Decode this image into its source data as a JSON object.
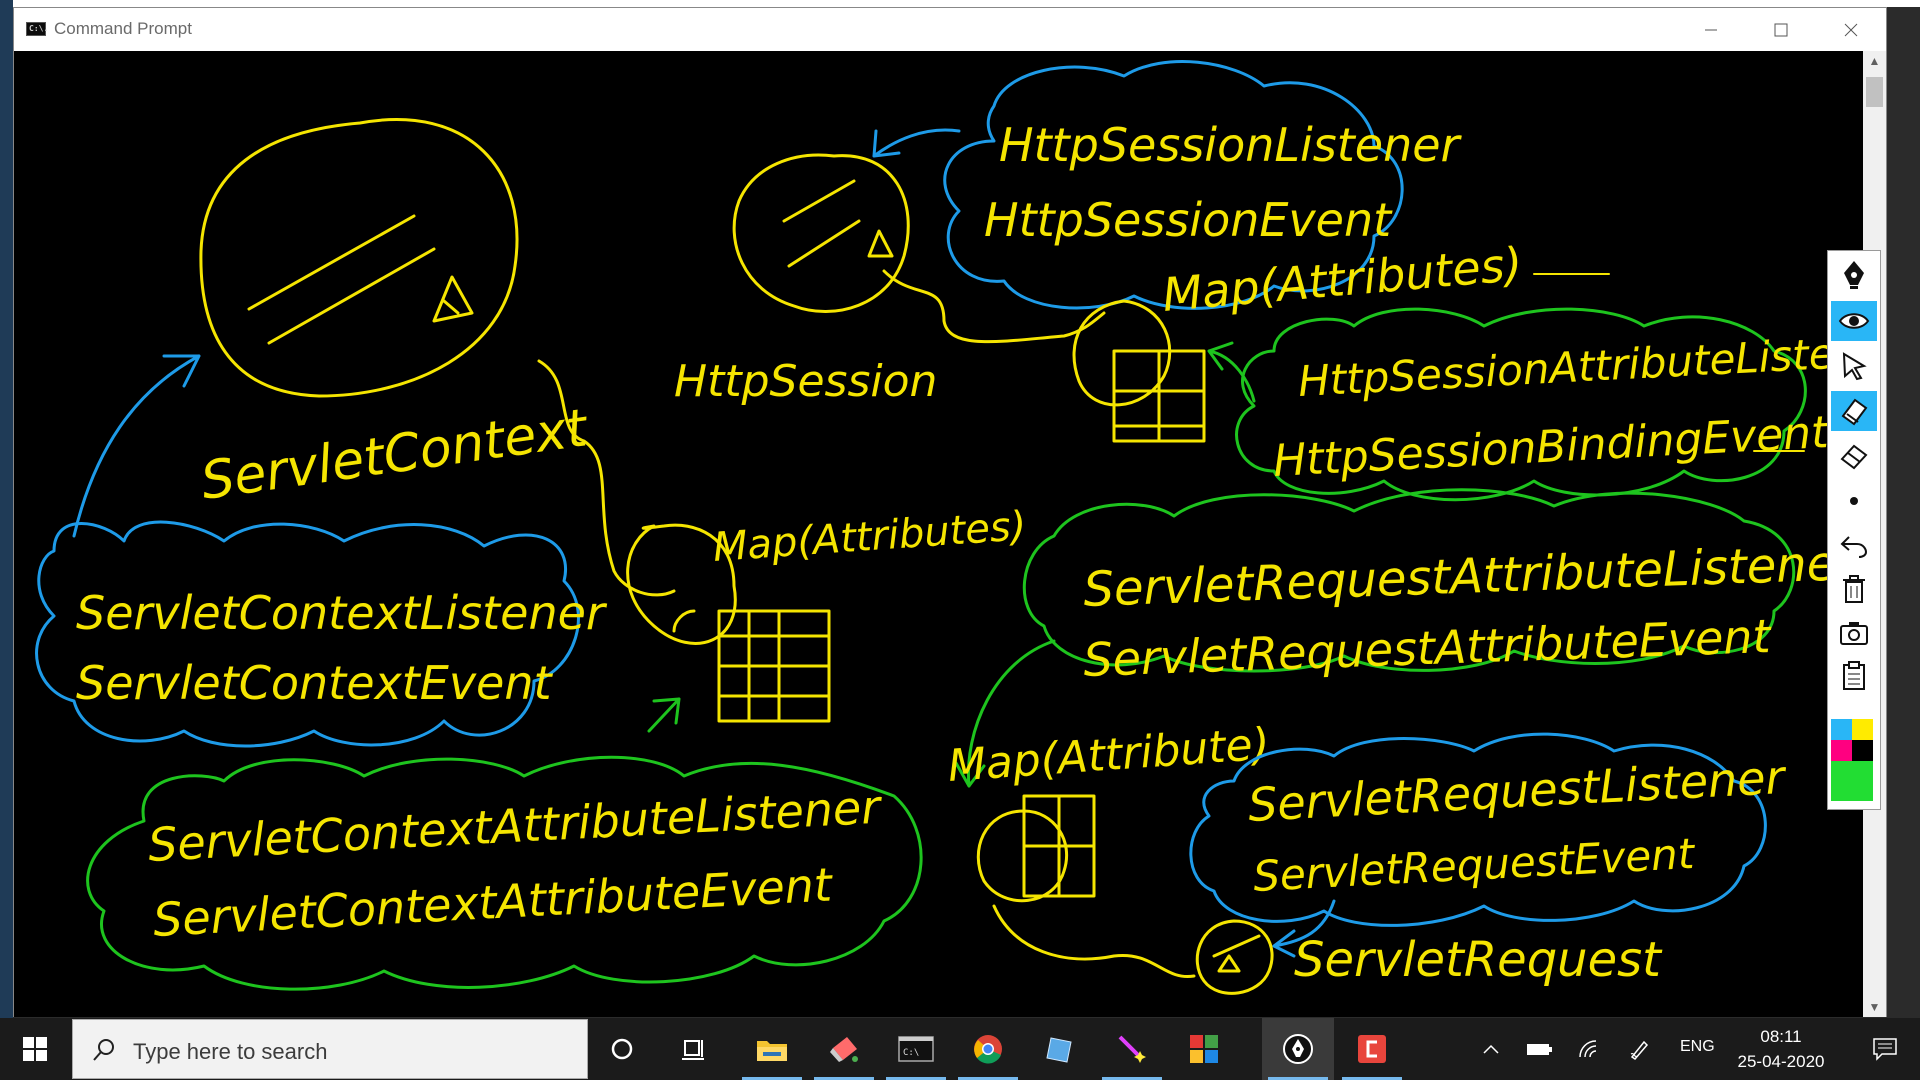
{
  "window": {
    "title": "Command Prompt",
    "icon_label": "C:\\."
  },
  "whiteboard": {
    "servlet_context": "ServletContext",
    "servlet_context_listener": "ServletContextListener",
    "servlet_context_event": "ServletContextEvent",
    "context_map": "Map(Attributes)",
    "context_attr_listener": "ServletContextAttributeListener",
    "context_attr_event": "ServletContextAttributeEvent",
    "http_session": "HttpSession",
    "http_session_listener": "HttpSessionListener",
    "http_session_event": "HttpSessionEvent",
    "session_map": "Map(Attributes)",
    "session_attr_listener": "HttpSessionAttributeListener",
    "session_binding_event": "HttpSessionBindingEvent",
    "request_attr_listener": "ServletRequestAttributeListener",
    "request_attr_event": "ServletRequestAttributeEvent",
    "request_map": "Map(Attribute)",
    "request_listener": "ServletRequestListener",
    "request_event": "ServletRequestEvent",
    "servlet_request": "ServletRequest"
  },
  "pen_toolbar": {
    "tools": [
      "pen-logo-icon",
      "eye-icon",
      "pointer-icon",
      "highlighter-icon",
      "eraser-icon",
      "dot-icon",
      "undo-icon",
      "trash-icon",
      "camera-icon",
      "clipboard-icon"
    ],
    "colors": [
      "#29b6f6",
      "#ffeb00",
      "#ff0080",
      "#000000",
      "#22dd33"
    ]
  },
  "taskbar": {
    "search_placeholder": "Type here to search",
    "language": "ENG",
    "time": "08:11",
    "date": "25-04-2020"
  },
  "colors": {
    "yellow_ink": "#f5e500",
    "blue_ink": "#1e9be8",
    "green_ink": "#1ec41e"
  }
}
